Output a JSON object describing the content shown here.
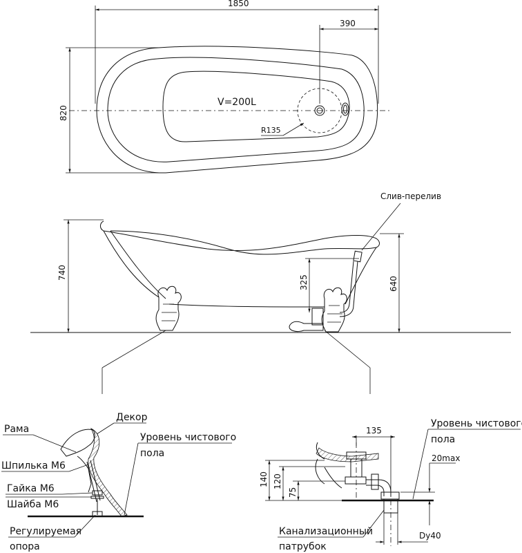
{
  "top_view": {
    "dim_length": "1850",
    "dim_drain_offset": "390",
    "dim_width": "820",
    "volume": "V=200L",
    "radius": "R135"
  },
  "side_view": {
    "dim_height": "740",
    "dim_drain_height": "325",
    "dim_overflow_height": "640",
    "label_drain_overflow": "Слив-перелив"
  },
  "detail_leg": {
    "label_decor": "Декор",
    "label_frame": "Рама",
    "label_stud": "Шпилька М6",
    "label_nut": "Гайка М6",
    "label_washer": "Шайба М6",
    "label_floor_line1": "Уровень чистового",
    "label_floor_line2": "пола",
    "label_support_line1": "Регулируемая",
    "label_support_line2": "опора"
  },
  "detail_drain": {
    "dim_135": "135",
    "dim_140": "140",
    "dim_120": "120",
    "dim_75": "75",
    "dim_20max": "20max",
    "dim_dy40": "Dy40",
    "label_floor_line1": "Уровень чистового",
    "label_floor_line2": "пола",
    "label_sewer_line1": "Канализационный",
    "label_sewer_line2": "патрубок"
  }
}
